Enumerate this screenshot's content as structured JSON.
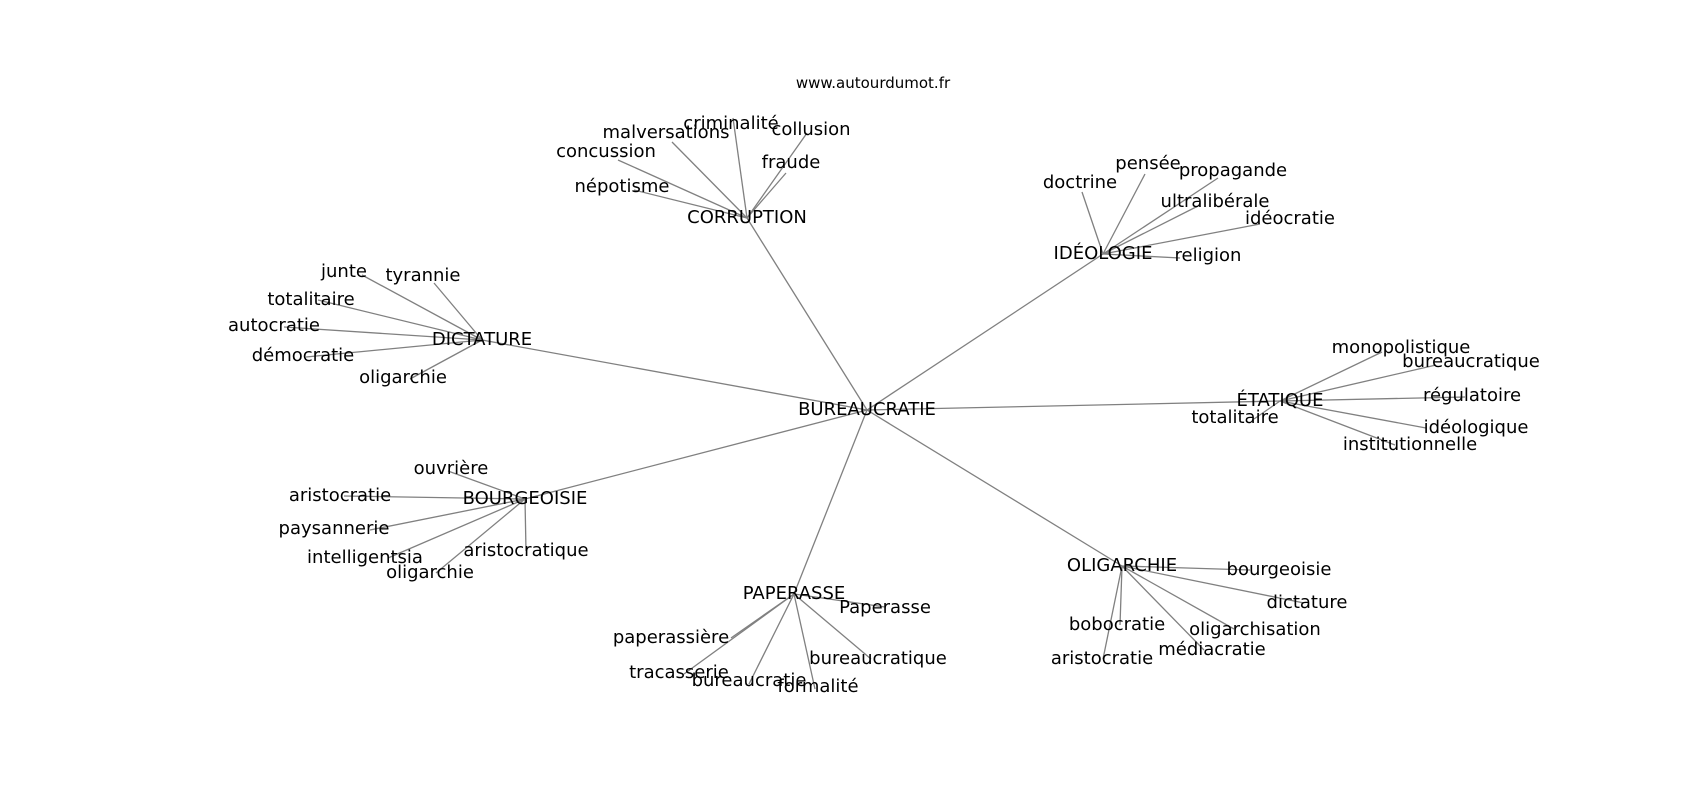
{
  "source": "www.autourdumot.fr",
  "center": "BUREAUCRATIE",
  "groups": [
    {
      "label": "CORRUPTION",
      "words": [
        "criminalité",
        "malversations",
        "collusion",
        "concussion",
        "fraude",
        "népotisme"
      ]
    },
    {
      "label": "IDÉOLOGIE",
      "words": [
        "pensée",
        "doctrine",
        "propagande",
        "ultralibérale",
        "idéocratie",
        "religion"
      ]
    },
    {
      "label": "DICTATURE",
      "words": [
        "junte",
        "tyrannie",
        "totalitaire",
        "autocratie",
        "démocratie",
        "oligarchie"
      ]
    },
    {
      "label": "ÉTATIQUE",
      "words": [
        "monopolistique",
        "bureaucratique",
        "régulatoire",
        "totalitaire",
        "idéologique",
        "institutionnelle"
      ]
    },
    {
      "label": "BOURGEOISIE",
      "words": [
        "ouvrière",
        "aristocratie",
        "paysannerie",
        "intelligentsia",
        "aristocratique",
        "oligarchie"
      ]
    },
    {
      "label": "OLIGARCHIE",
      "words": [
        "bourgeoisie",
        "dictature",
        "bobocratie",
        "oligarchisation",
        "aristocratie",
        "médiacratie"
      ]
    },
    {
      "label": "PAPERASSE",
      "words": [
        "Paperasse",
        "paperassière",
        "tracasserie",
        "bureaucratique",
        "bureaucratie",
        "formalité"
      ]
    }
  ],
  "colors": {
    "edge": "#808080",
    "text": "#000000",
    "background": "#ffffff"
  }
}
